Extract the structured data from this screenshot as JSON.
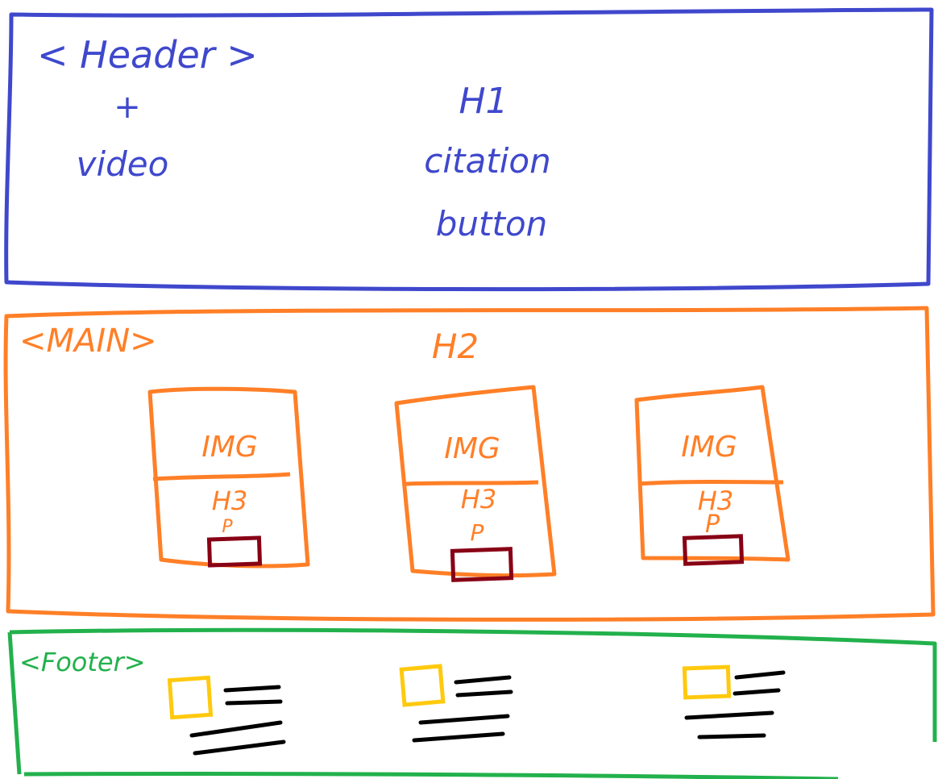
{
  "colors": {
    "header": "#3f48cc",
    "main": "#ff7f27",
    "footer": "#22b14c",
    "button_outline": "#880015",
    "icon": "#ffc90e",
    "lines": "#000000"
  },
  "header": {
    "tag": "< Header >",
    "left_lines": [
      "+",
      "video"
    ],
    "right_lines": [
      "H1",
      "citation",
      "button"
    ]
  },
  "main": {
    "tag": "<MAIN>",
    "heading": "H2",
    "cards": [
      {
        "img": "IMG",
        "h3": "H3",
        "p": "P"
      },
      {
        "img": "IMG",
        "h3": "H3",
        "p": "P"
      },
      {
        "img": "IMG",
        "h3": "H3",
        "p": "P"
      }
    ]
  },
  "footer": {
    "tag": "<Footer>",
    "items": [
      {
        "icon": "square-icon",
        "text_lines": 4
      },
      {
        "icon": "square-icon",
        "text_lines": 4
      },
      {
        "icon": "square-icon",
        "text_lines": 4
      }
    ]
  }
}
